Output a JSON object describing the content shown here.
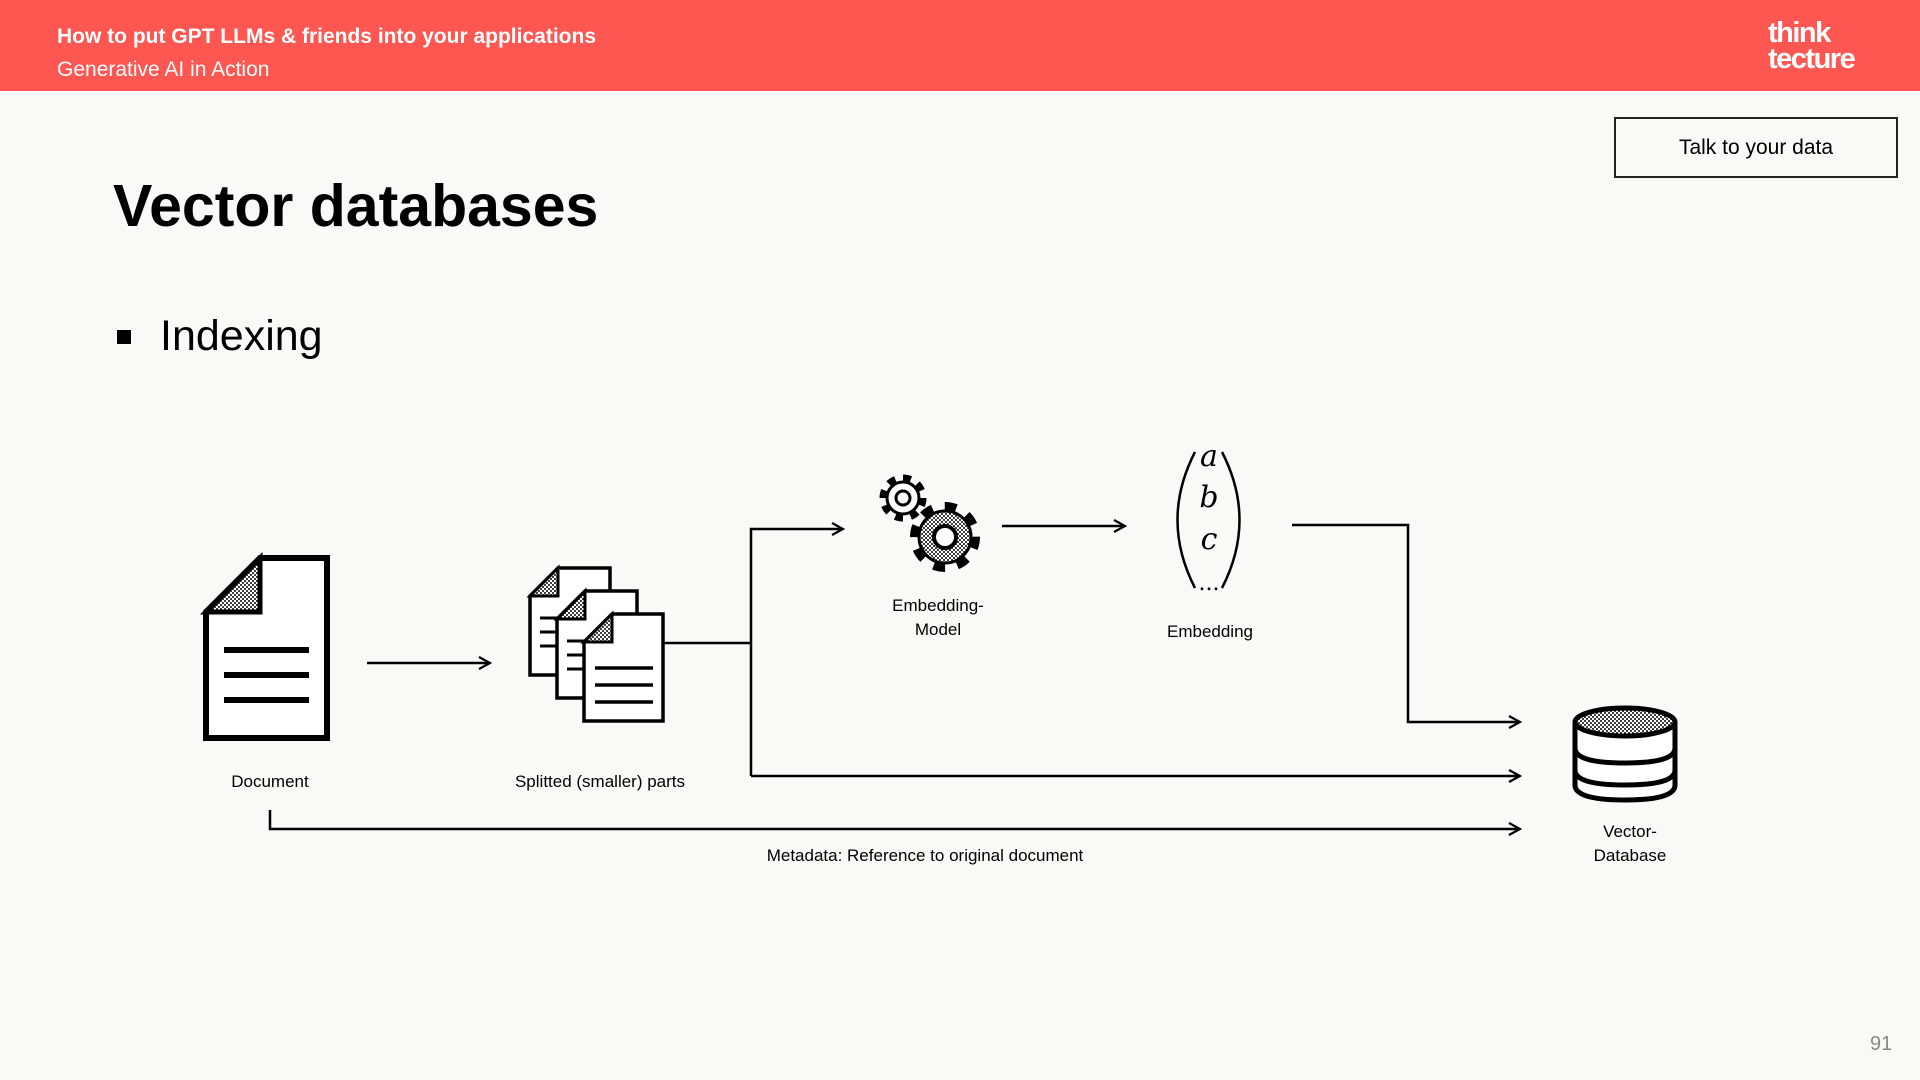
{
  "header": {
    "title": "How to put GPT LLMs & friends into your applications",
    "subtitle": "Generative AI in Action",
    "logo": [
      "think",
      "tecture"
    ],
    "color": "#fe5650"
  },
  "badge": "Talk to your data",
  "title": "Vector databases",
  "bullet": "Indexing",
  "diagram": {
    "document_label": "Document",
    "parts_label": "Splitted (smaller) parts",
    "model_label": [
      "Embedding-",
      "Model"
    ],
    "embedding_label": "Embedding",
    "vector_symbols": [
      "a",
      "b",
      "c",
      "..."
    ],
    "db_label": [
      "Vector-",
      "Database"
    ],
    "metadata_label": "Metadata: Reference to original document"
  },
  "page_number": "91"
}
